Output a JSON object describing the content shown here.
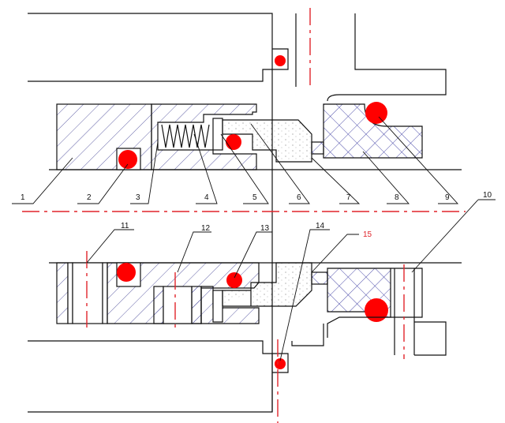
{
  "diagram": {
    "type": "mechanical seal cross-section",
    "colors": {
      "line": "#111111",
      "oring": "#ff0000",
      "centerline": "#e0242a",
      "crosshatch": "#3a3aa0"
    },
    "labels": [
      "1",
      "2",
      "3",
      "4",
      "5",
      "6",
      "7",
      "8",
      "9",
      "10",
      "11",
      "12",
      "13",
      "14",
      "15"
    ]
  }
}
